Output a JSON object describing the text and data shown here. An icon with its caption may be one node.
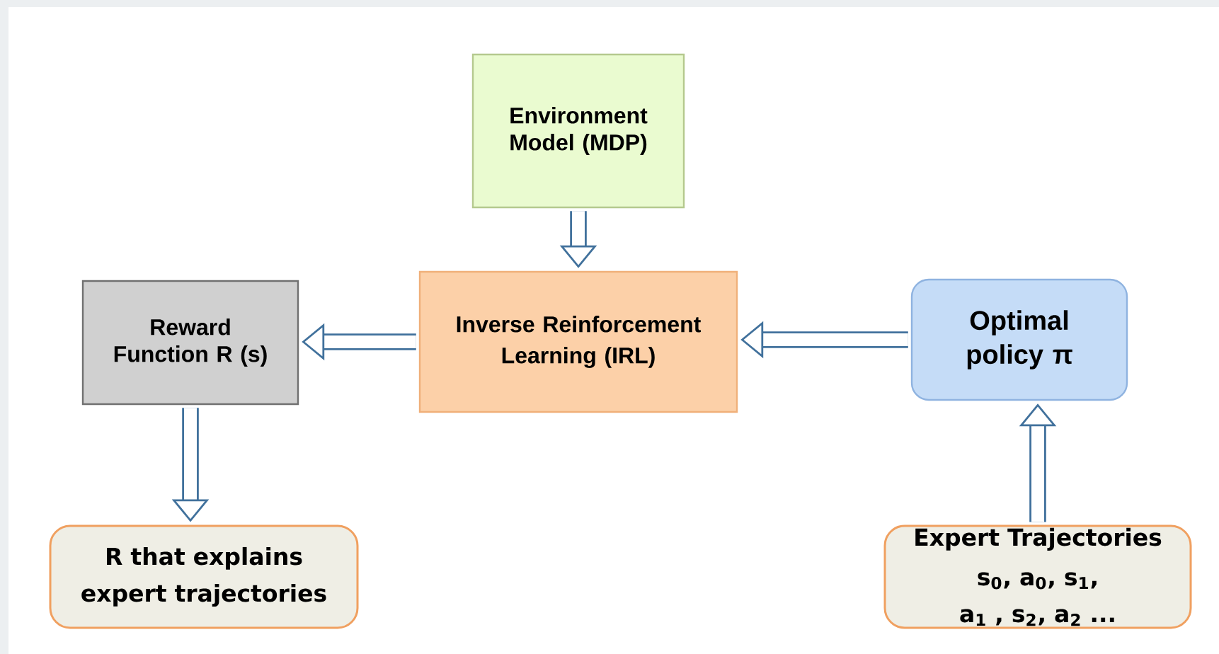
{
  "diagram": {
    "nodes": [
      {
        "text": [
          "Environment Model (MDP)"
        ]
      },
      {
        "text": [
          "Inverse Reinforcement Learning (IRL)"
        ]
      },
      {
        "text": [
          "Reward Function R (s)"
        ]
      },
      {
        "text": [
          "Optimal policy π"
        ]
      },
      {
        "text": [
          "R that explains expert trajectories"
        ]
      },
      {
        "text": [
          "Expert Trajectories",
          "s$_{0}$, a$_{0}$, s$_{1}$, a$_{1}$ , s$_{2}$, a$_{2}$ ..."
        ]
      }
    ],
    "edges": [
      {
        "from": 0,
        "to": 1,
        "arrow": "to"
      },
      {
        "from": 1,
        "to": 2,
        "arrow": "to"
      },
      {
        "from": 3,
        "to": 1,
        "arrow": "to"
      },
      {
        "from": 2,
        "to": 4,
        "arrow": "to"
      },
      {
        "from": 5,
        "to": 3,
        "arrow": "to"
      }
    ]
  }
}
